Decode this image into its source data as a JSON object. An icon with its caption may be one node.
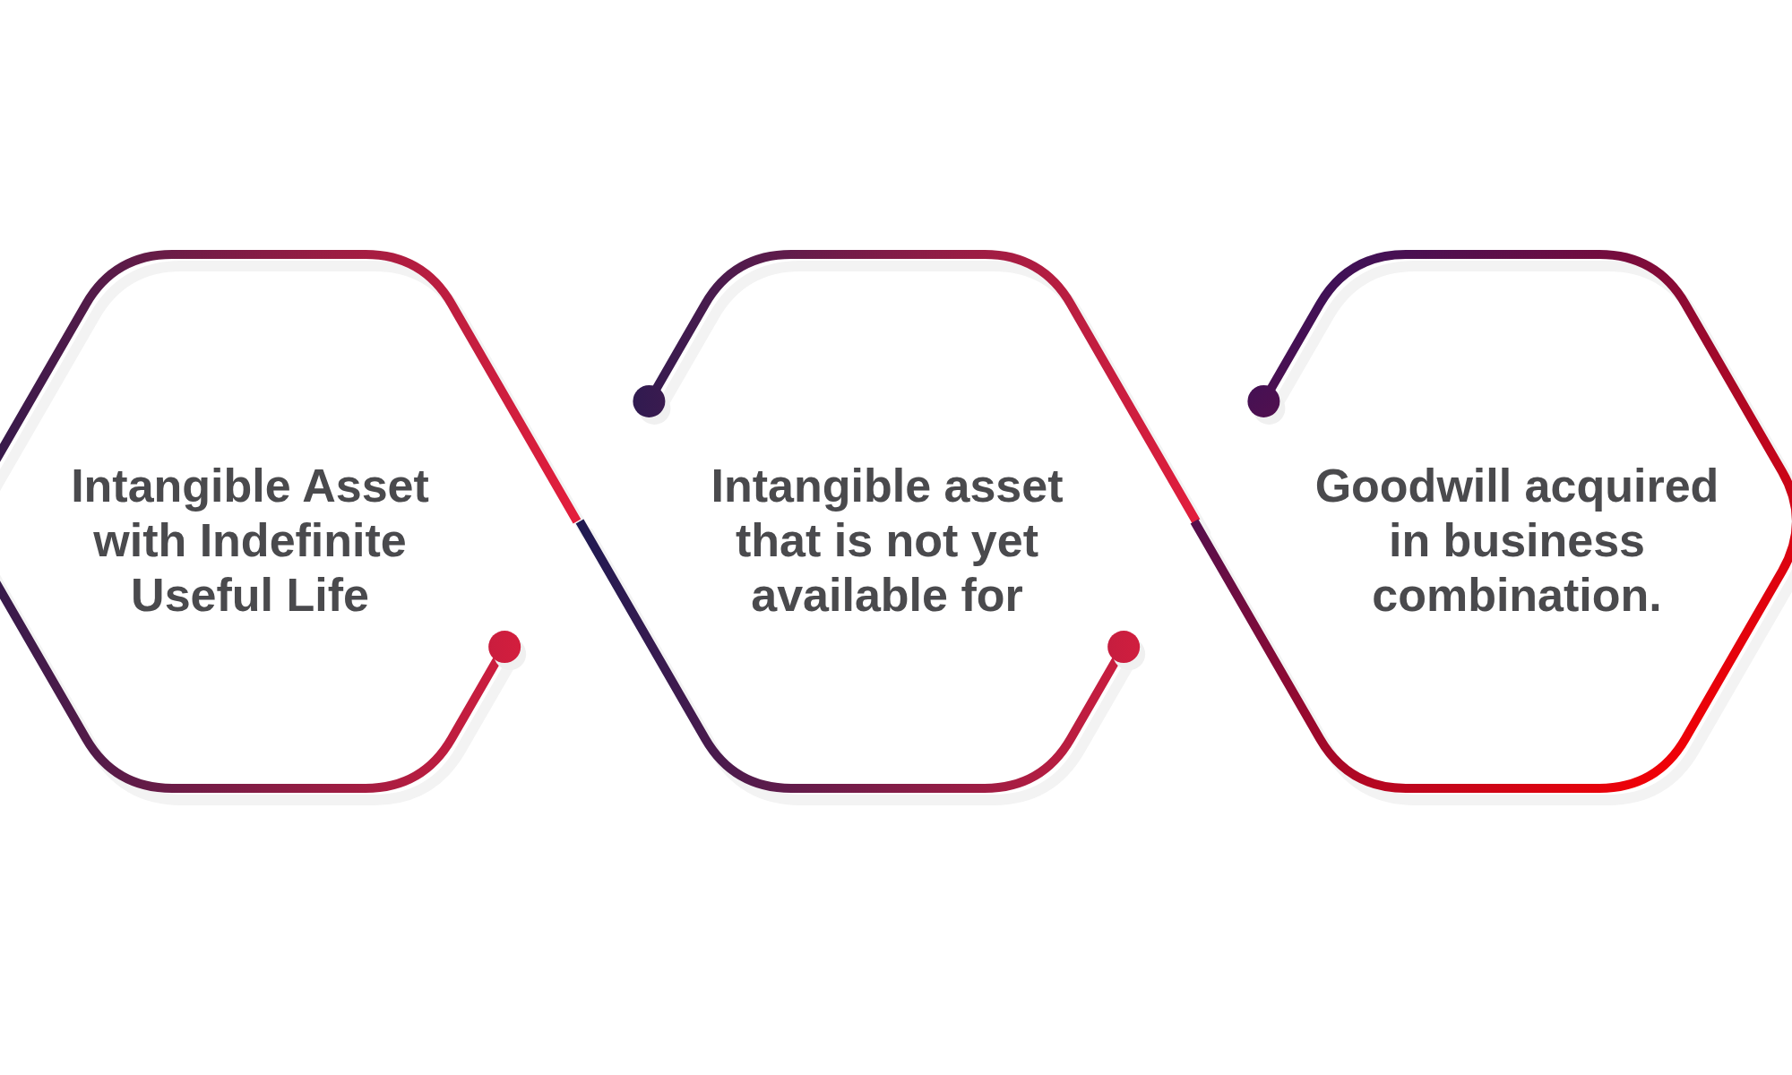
{
  "diagram": {
    "nodes": [
      {
        "text": [
          "Intangible Asset with Indefinite Useful Life"
        ]
      },
      {
        "text": [
          "Intangible asset that is not yet available for"
        ]
      },
      {
        "text": [
          "Goodwill acquired in business combination."
        ]
      }
    ]
  }
}
